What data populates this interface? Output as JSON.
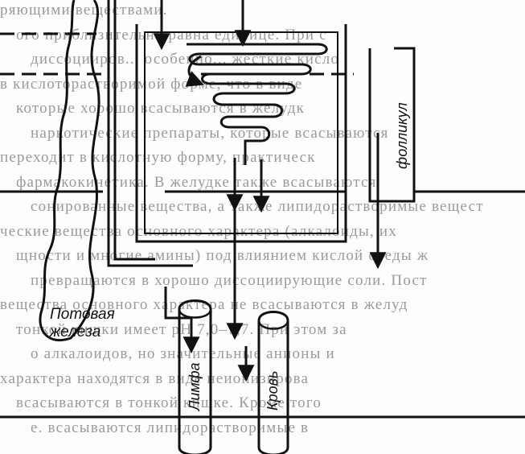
{
  "labels": {
    "sweat_gland_line1": "Потовая",
    "sweat_gland_line2": "железа",
    "follicle": "фолликул",
    "lymph": "Лимфа",
    "blood": "Кровь"
  },
  "background_text_lines": [
    "ряющими веществами.",
    "ого приблизительно равна единице. При с",
    "диссоцииров... особенно... жесткие кисло",
    "в кислоторастворимой форме, что в виде",
    "которые хорошо всасываются в желудк",
    "наркотические препараты, которые всасываются",
    "переходит в кислотную форму, практическ",
    "фармакокинетика. В желудке также всасываются",
    "сонированные вещества, а также липидорастворимые вещест",
    "ческие вещества основного характера (алкалоиды, их",
    "щности и многие амины) под влиянием кислой среды ж",
    "превращаются в хорошо диссоциирующие соли. Пост",
    "вещества основного характера не всасываются в желуд",
    "тонкой кишки имеет pH 7,0–7,7. При этом за",
    "о алкалоидов, но значительные анионы и",
    "характера находятся в виде неионизирова",
    "всасываются в тонкой кишке. Кроме того",
    "е. всасываются липидорастворимые в"
  ]
}
